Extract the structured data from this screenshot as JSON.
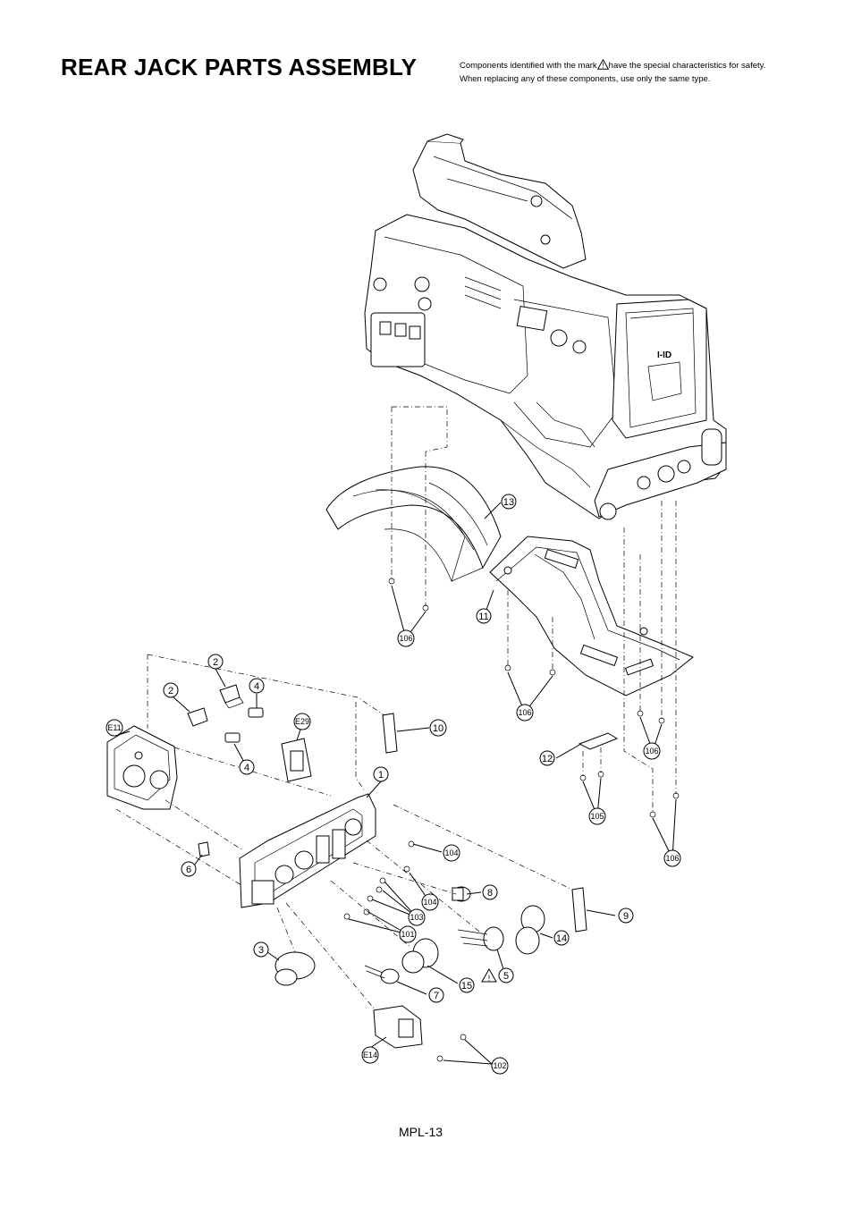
{
  "title": "REAR JACK PARTS ASSEMBLY",
  "safety_note": {
    "line1_before": "Components identified with the mark",
    "line1_after": "have the special characteristics for safety.",
    "line2": "When replacing any of these components, use only the same type."
  },
  "page_number": "MPL-13",
  "callouts": {
    "c1": "1",
    "c2a": "2",
    "c2b": "2",
    "c3": "3",
    "c4a": "4",
    "c4b": "4",
    "c5": "5",
    "c6": "6",
    "c7": "7",
    "c8": "8",
    "c9": "9",
    "c10": "10",
    "c11": "11",
    "c12": "12",
    "c13": "13",
    "c14": "14",
    "c15": "15",
    "c101": "101",
    "c102": "102",
    "c103": "103",
    "c104a": "104",
    "c104b": "104",
    "c105": "105",
    "c106a": "106",
    "c106b": "106",
    "c106c": "106",
    "c106d": "106",
    "e11": "E11",
    "e14": "E14",
    "e29": "E29"
  }
}
